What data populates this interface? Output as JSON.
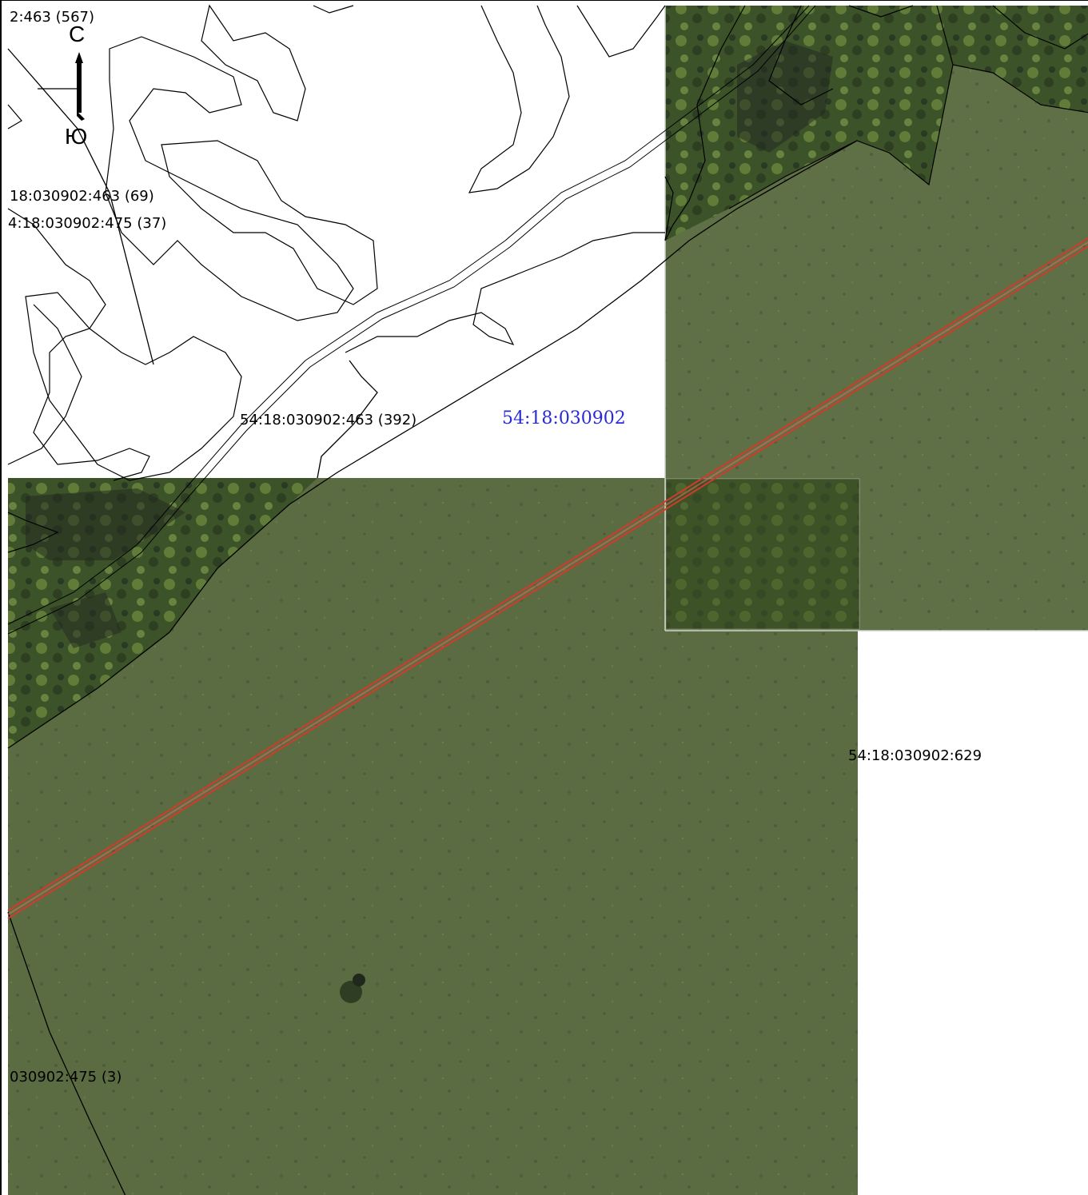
{
  "compass": {
    "north": "С",
    "south": "Ю"
  },
  "parcel_labels": [
    {
      "id": "top-left-partial",
      "text": "2:463 (567)"
    },
    {
      "id": "left-463-69",
      "text": "18:030902:463 (69)"
    },
    {
      "id": "left-475-37",
      "text": "4:18:030902:475 (37)"
    },
    {
      "id": "center-463-392",
      "text": "54:18:030902:463 (392)"
    },
    {
      "id": "right-629",
      "text": "54:18:030902:629"
    },
    {
      "id": "bottom-left-475-3",
      "text": "030902:475 (3)"
    }
  ],
  "quarter_label": "54:18:030902",
  "colors": {
    "quarter_label": "#2b2bd6",
    "boundary_line": "#000000",
    "linear_object": "#d23a2a",
    "imagery_meadow": "#5e6e45",
    "imagery_forest": "#3a5025"
  }
}
